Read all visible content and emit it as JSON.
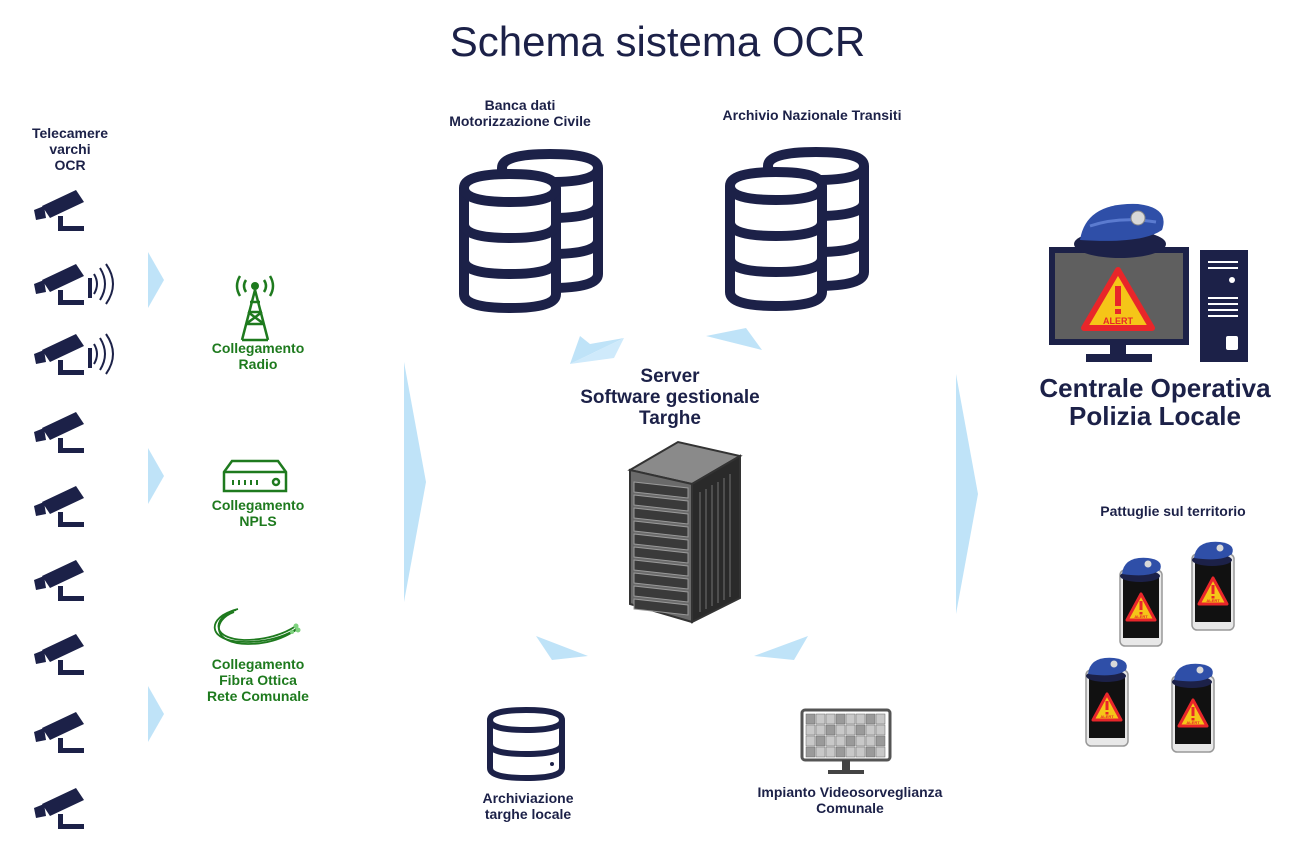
{
  "title": "Schema sistema OCR",
  "cameras": {
    "label": [
      "Telecamere",
      "varchi",
      "OCR"
    ],
    "count": 9,
    "wireless_count": 2
  },
  "links": {
    "radio": [
      "Collegamento",
      "Radio"
    ],
    "npls": [
      "Collegamento",
      "NPLS"
    ],
    "fiber": [
      "Collegamento",
      "Fibra Ottica",
      "Rete Comunale"
    ]
  },
  "databases": {
    "motorizzazione": [
      "Banca dati",
      "Motorizzazione Civile"
    ],
    "transiti": "Archivio Nazionale Transiti"
  },
  "server": [
    "Server",
    "Software gestionale",
    "Targhe"
  ],
  "local_archive": [
    "Archiviazione",
    "targhe locale"
  ],
  "video": [
    "Impianto Videosorveglianza",
    "Comunale"
  ],
  "centrale": {
    "title": [
      "Centrale Operativa",
      "Polizia Locale"
    ],
    "alert_text": "ALERT"
  },
  "patrols": {
    "label": "Pattuglie sul territorio",
    "count": 4,
    "alert_text": "ALERT"
  },
  "colors": {
    "navy": "#1c2148",
    "green": "#1e7a1e",
    "arrow": "#bfe3f8",
    "alert": "#e8262a",
    "alert_fill": "#f5c518",
    "cap": "#2f4fa8"
  }
}
